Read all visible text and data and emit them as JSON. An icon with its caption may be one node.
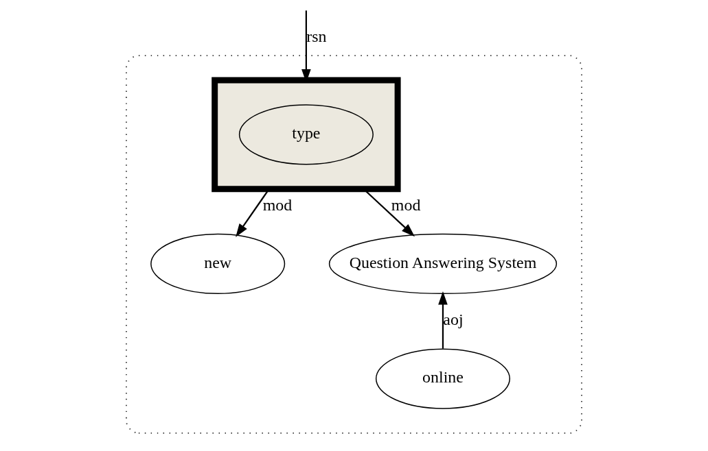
{
  "diagram": {
    "nodes": [
      {
        "text": [],
        "shape": "ellipse"
      },
      {
        "text": [],
        "shape": "box",
        "in": 0
      },
      {
        "text": [
          "type"
        ],
        "in": 1
      },
      {
        "text": [
          "new"
        ],
        "in": 0
      },
      {
        "text": [
          "Question Answering System"
        ],
        "in": 0
      },
      {
        "text": [
          "online"
        ],
        "in": 0
      }
    ],
    "edges": [
      {
        "from": null,
        "to": 1,
        "arrow": "to",
        "label": "rsn"
      },
      {
        "from": 1,
        "to": 3,
        "arrow": "to",
        "label": "mod"
      },
      {
        "from": 1,
        "to": 4,
        "arrow": "to",
        "label": "mod"
      },
      {
        "from": 5,
        "to": 4,
        "arrow": "to",
        "label": "aoj"
      }
    ]
  }
}
